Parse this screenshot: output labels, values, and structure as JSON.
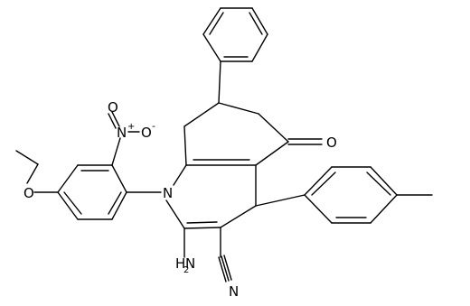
{
  "molecule": {
    "atom_labels": {
      "O_ether": "O",
      "O_nitro_top": "O",
      "N_nitro": "N",
      "nitro_plus": "+",
      "O_nitro_right": "O",
      "nitro_minus": "-",
      "O_ketone": "O",
      "N_ring": "N",
      "NH2": "H",
      "NH2_N": "N",
      "NH2_sub": "2",
      "N_nitrile": "N"
    },
    "colors": {
      "bond": "#000000",
      "text": "#000000",
      "background": "#ffffff"
    }
  }
}
